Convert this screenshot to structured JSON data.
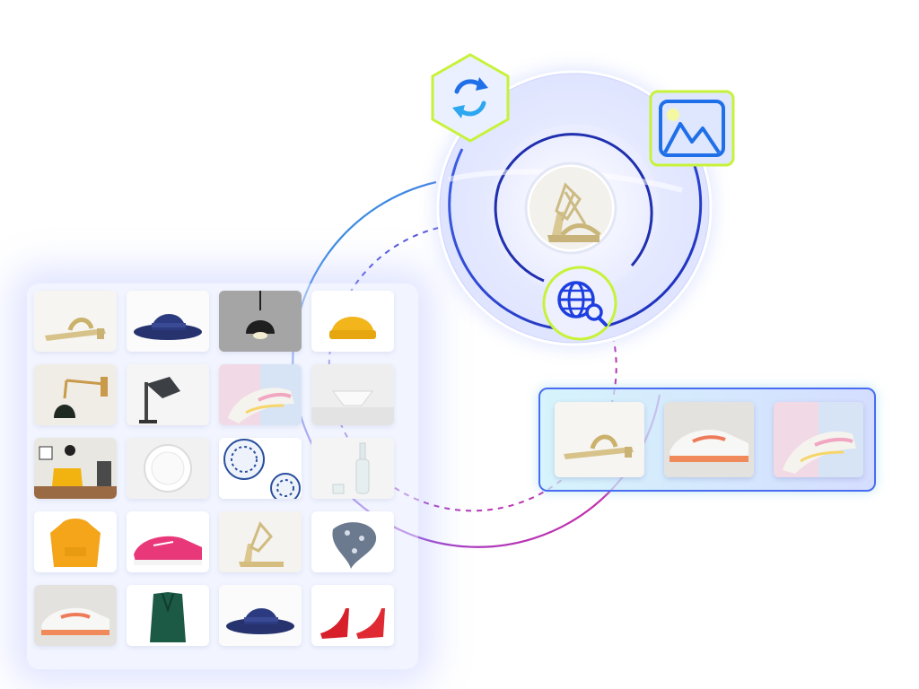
{
  "accent_colors": {
    "ring_blue": "#2a3fd6",
    "ring_magenta": "#e0259a",
    "badge_lime": "#c7f23a",
    "badge_icon_blue": "#1e6fe8"
  },
  "badges": {
    "sync": {
      "icon": "refresh-icon"
    },
    "image": {
      "icon": "image-landscape-icon"
    },
    "web_search": {
      "icon": "globe-search-icon"
    }
  },
  "query_image": {
    "item": "gold-strappy-platform-sandal"
  },
  "catalog": [
    {
      "item": "gold-flat-sandal"
    },
    {
      "item": "navy-fedora-hat"
    },
    {
      "item": "black-pendant-lamp"
    },
    {
      "item": "yellow-beanie"
    },
    {
      "item": "brass-wall-lamp"
    },
    {
      "item": "grey-desk-lamp"
    },
    {
      "item": "pastel-sneaker"
    },
    {
      "item": "white-bowl"
    },
    {
      "item": "yellow-armchair-room"
    },
    {
      "item": "white-plate"
    },
    {
      "item": "blue-pattern-plates"
    },
    {
      "item": "glass-bottle"
    },
    {
      "item": "yellow-hoodie"
    },
    {
      "item": "pink-sneaker"
    },
    {
      "item": "gold-platform-sandal"
    },
    {
      "item": "patterned-scarf"
    },
    {
      "item": "orange-grey-sneaker"
    },
    {
      "item": "green-blazer"
    },
    {
      "item": "navy-fedora-hat"
    },
    {
      "item": "red-stiletto-heels"
    }
  ],
  "results": [
    {
      "item": "gold-flat-sandal"
    },
    {
      "item": "orange-grey-sneaker"
    },
    {
      "item": "pastel-sneaker"
    }
  ]
}
